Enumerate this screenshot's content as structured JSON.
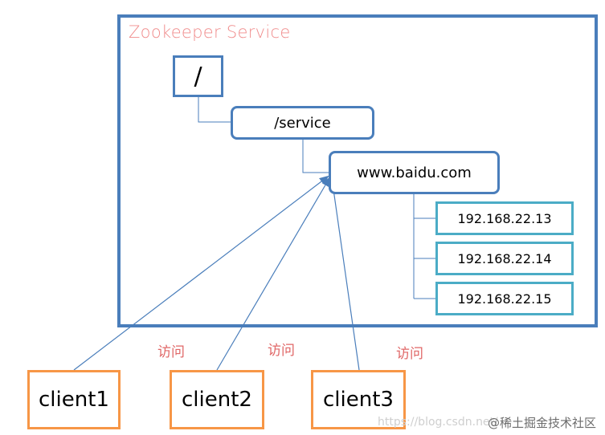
{
  "service": {
    "title": "Zookeeper Service"
  },
  "nodes": {
    "root": "/",
    "service": "/service",
    "host": "www.baidu.com",
    "ips": [
      "192.168.22.13",
      "192.168.22.14",
      "192.168.22.15"
    ]
  },
  "clients": [
    "client1",
    "client2",
    "client3"
  ],
  "access_label": "访问",
  "watermark": {
    "url": "https://blog.csdn.net/",
    "brand": "@稀土掘金技术社区"
  },
  "colors": {
    "service_border": "#4a7ebb",
    "node_border": "#4a7ebb",
    "ip_border": "#4bacc6",
    "client_border": "#f79646",
    "title_text": "#f08c8c",
    "access_text": "#e06666",
    "arrow": "#4a7ebb"
  }
}
